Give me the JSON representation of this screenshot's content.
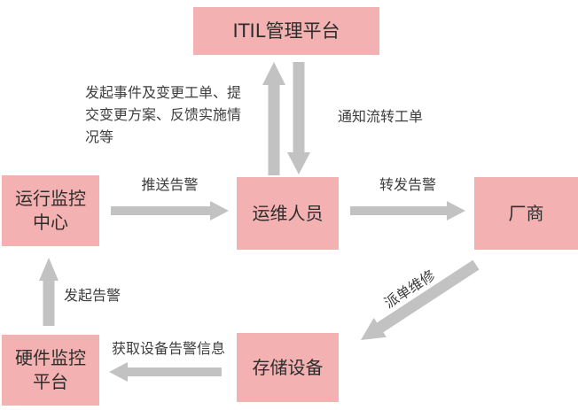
{
  "diagram": {
    "nodes": {
      "itil": "ITIL管理平台",
      "monitor_center": "运行监控\n中心",
      "ops_staff": "运维人员",
      "vendor": "厂商",
      "hw_monitor": "硬件监控\n平台",
      "storage": "存储设备"
    },
    "labels": {
      "initiate_ticket": "发起事件及变更工单、提\n交变更方案、反馈实施情\n况等",
      "notify_ticket": "通知流转工单",
      "push_alert": "推送告警",
      "forward_alert": "转发告警",
      "dispatch_repair": "派单维修",
      "initiate_alert": "发起告警",
      "get_device_info": "获取设备告警信息"
    },
    "colors": {
      "node_fill": "#f4b1b1",
      "arrow": "#c2c2c2",
      "node_text": "#2d2d2d",
      "label_text": "#3d3d3d"
    }
  }
}
